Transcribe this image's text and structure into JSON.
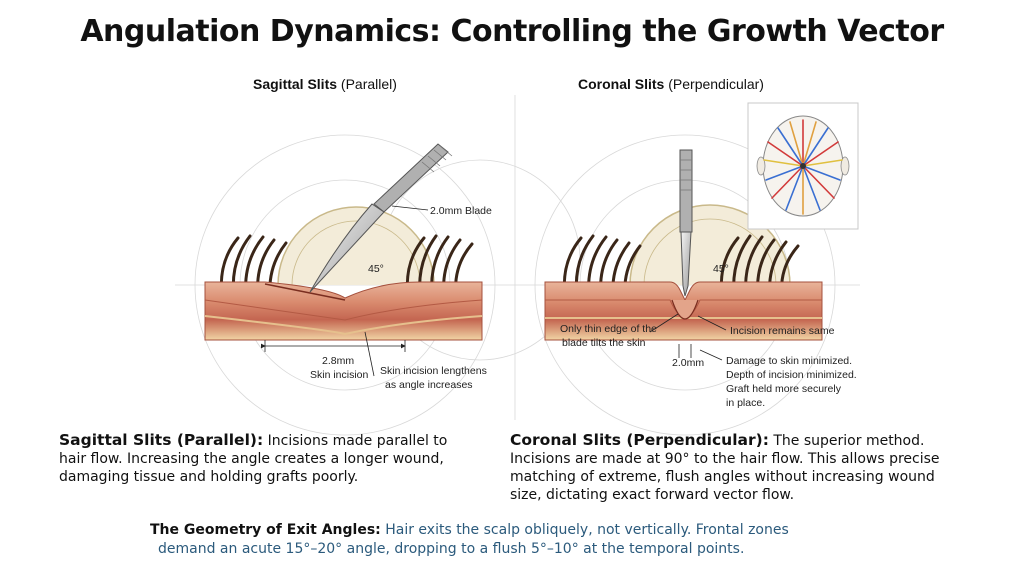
{
  "title": "Angulation Dynamics: Controlling the Growth Vector",
  "left_panel": {
    "heading_bold": "Sagittal Slits",
    "heading_paren": "(Parallel)",
    "labels": {
      "blade": "2.0mm Blade",
      "angle": "45°",
      "incision_size": "2.8mm",
      "incision_name": "Skin incision",
      "lengthens_1": "Skin incision lengthens",
      "lengthens_2": "as angle increases"
    }
  },
  "right_panel": {
    "heading_bold": "Coronal Slits",
    "heading_paren": "(Perpendicular)",
    "labels": {
      "angle": "45°",
      "thin_edge_1": "Only thin edge of the",
      "thin_edge_2": "blade tilts the skin",
      "remains": "Incision remains same",
      "size": "2.0mm",
      "damage_1": "Damage to skin minimized.",
      "damage_2": "Depth of incision minimized.",
      "damage_3": "Graft held more securely",
      "damage_4": "in place."
    }
  },
  "descriptions": {
    "sagittal_head": "Sagittal Slits (Parallel):",
    "sagittal_line1": " Incisions made parallel to",
    "sagittal_line2": "hair flow. Increasing the angle creates a longer wound,",
    "sagittal_line3": "damaging tissue and holding grafts poorly.",
    "coronal_head": "Coronal Slits (Perpendicular):",
    "coronal_line1": " The superior method.",
    "coronal_line2": "Incisions are made at 90° to the hair flow. This allows precise",
    "coronal_line3": "matching of extreme, flush angles without increasing wound",
    "coronal_line4": "size, dictating exact forward vector flow."
  },
  "footer": {
    "head": "The Geometry of Exit Angles:",
    "text1": " Hair exits the scalp obliquely, not vertically. Frontal zones",
    "text2": "demand an acute 15°–20° angle, dropping to a flush 5°–10° at the temporal points."
  },
  "colors": {
    "skin_top": "#e8a98c",
    "skin_mid": "#c9705a",
    "fat": "#f3d9a8",
    "hair": "#3a2618",
    "footer_text": "#2b5a7c"
  },
  "icons": {
    "scalpel": "scalpel-icon",
    "head_map": "scalp-vector-map-icon"
  }
}
